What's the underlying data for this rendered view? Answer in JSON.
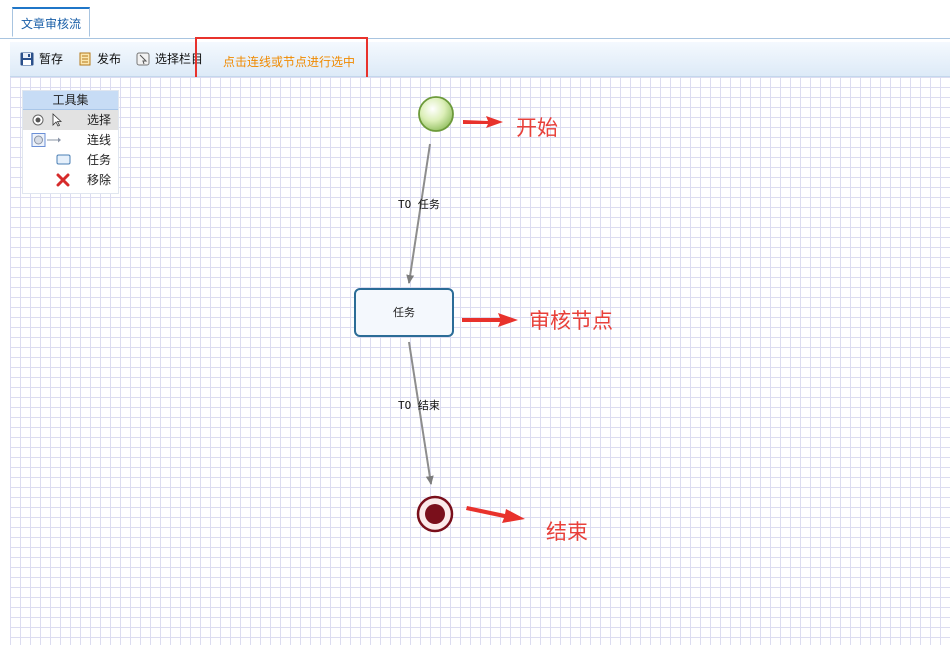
{
  "tab": {
    "label": "文章审核流"
  },
  "toolbar": {
    "save_label": "暂存",
    "publish_label": "发布",
    "select_column_label": "选择栏目",
    "hint": "点击连线或节点进行选中"
  },
  "toolbox": {
    "title": "工具集",
    "items": [
      {
        "label": "选择",
        "icon": "cursor-icon",
        "selected": true
      },
      {
        "label": "连线",
        "icon": "connector-icon",
        "selected": false
      },
      {
        "label": "任务",
        "icon": "task-icon",
        "selected": false
      },
      {
        "label": "移除",
        "icon": "remove-icon",
        "selected": false
      }
    ]
  },
  "flow": {
    "task_label": "任务",
    "connector_1": "TO 任务",
    "connector_2": "TO 结束"
  },
  "annotations": {
    "start": "开始",
    "review": "审核节点",
    "end": "结束"
  },
  "colors": {
    "accent": "#1f76c8",
    "hint": "#f08a00",
    "annotation": "#e8403a",
    "task_border": "#2b6c97"
  }
}
